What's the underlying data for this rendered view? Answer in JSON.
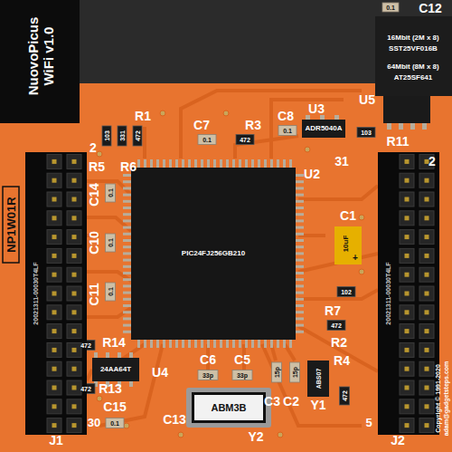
{
  "diagram": {
    "title": "NuovoPicus WiFi v1.0",
    "nodes": [
      {
        "text": [
          "PIC24FJ256GB210"
        ]
      },
      {
        "text": [
          "16Mbit (2M x 8)",
          "SST25VF016B",
          "64Mbit (8M x 8)",
          "AT25SF641"
        ]
      },
      {
        "text": [
          "ADR5040A"
        ]
      },
      {
        "text": [
          "10uF",
          "+"
        ]
      },
      {
        "text": [
          "24AA64T"
        ]
      },
      {
        "text": [
          "ABM3B"
        ]
      },
      {
        "text": [
          "ABS07"
        ]
      },
      {
        "text": [
          "20021311-00030T4LF"
        ]
      },
      {
        "text": [
          "20021311-00030T4LF"
        ]
      }
    ],
    "labels": [
      "C12",
      "0.1",
      "R1",
      "103",
      "331",
      "472",
      "2",
      "R5",
      "R6",
      "C7",
      "0.1",
      "R3",
      "472",
      "C8",
      "0.1",
      "U3",
      "U5",
      "103",
      "R11",
      "31",
      "2",
      "U2",
      "C14",
      "0.1",
      "C10",
      "0.1",
      "C11",
      "0.1",
      "NP1W01R",
      "C1",
      "102",
      "R7",
      "472",
      "R2",
      "R4",
      "472",
      "472",
      "R14",
      "R13",
      "472",
      "C15",
      "0.1",
      "C6",
      "33p",
      "C5",
      "33p",
      "15p",
      "15p",
      "C3",
      "C2",
      "Y1",
      "C13",
      "Y2",
      "U4",
      "J1",
      "30",
      "J2",
      "5",
      "Copyright © 1991-2020",
      "adam@gadgetsteps.com"
    ]
  }
}
